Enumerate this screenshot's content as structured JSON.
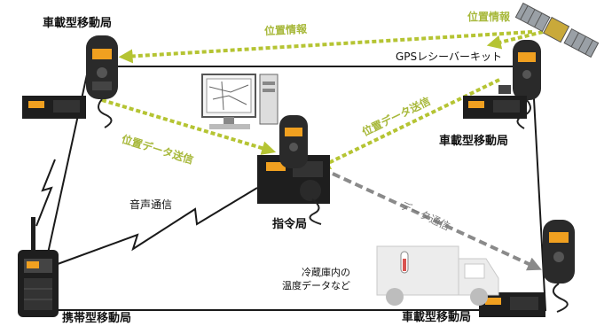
{
  "labels": {
    "mobile_tl": "車載型移動局",
    "mobile_r": "車載型移動局",
    "mobile_br": "車載型移動局",
    "portable": "携帯型移動局",
    "command": "指令局",
    "gps_receiver": "GPSレシーバーキット",
    "voice": "音声通信",
    "temp_data": "冷蔵庫内の\n温度データなど"
  },
  "arrows": {
    "pos_info_satellite": "位置情報",
    "pos_info_top": "位置情報",
    "pos_send_left": "位置データ送信",
    "pos_send_right": "位置データ送信",
    "data_comm": "データ通信"
  },
  "colors": {
    "position_arrow": "#b5c433",
    "data_arrow": "#8a8a8a",
    "frame": "#1a1a1a",
    "radio_display": "#f0a020"
  }
}
